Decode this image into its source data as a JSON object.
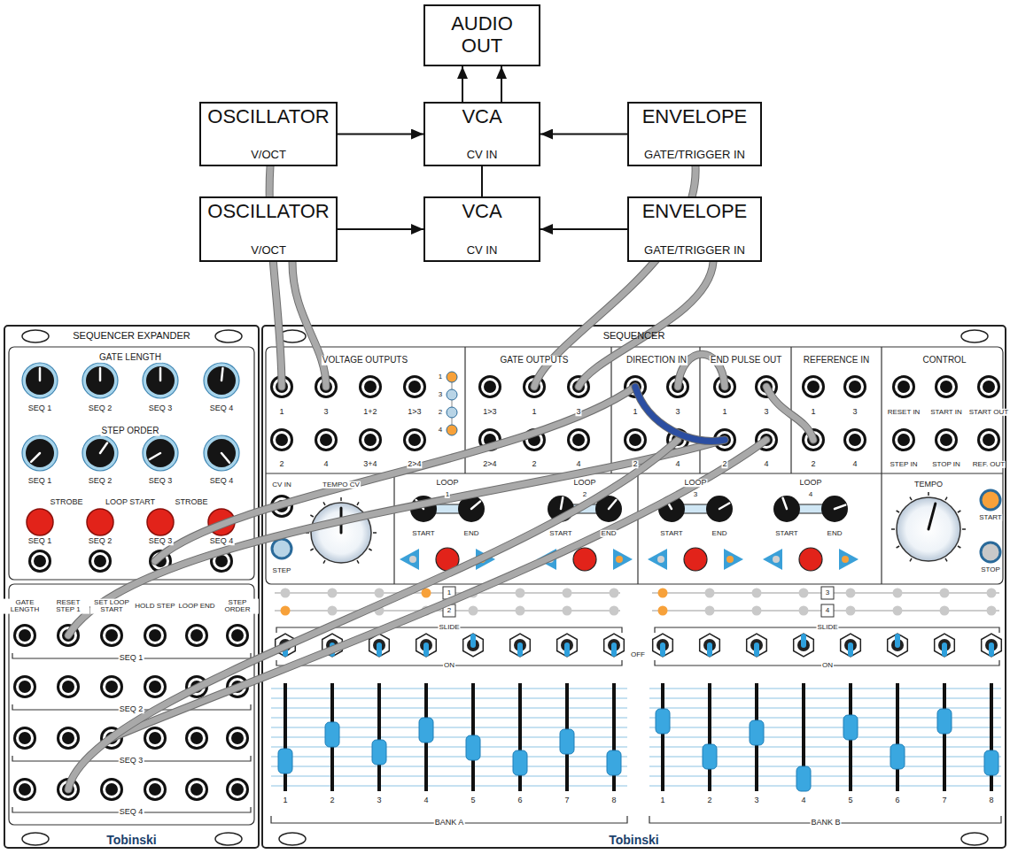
{
  "diagram": {
    "nodes": [
      {
        "text": [
          "AUDIO OUT"
        ]
      },
      {
        "text": [
          "OSCILLATOR",
          "V/OCT"
        ]
      },
      {
        "text": [
          "VCA",
          "CV IN"
        ]
      },
      {
        "text": [
          "ENVELOPE",
          "GATE/TRIGGER IN"
        ]
      },
      {
        "text": [
          "OSCILLATOR",
          "V/OCT"
        ]
      },
      {
        "text": [
          "VCA",
          "CV IN"
        ]
      },
      {
        "text": [
          "ENVELOPE",
          "GATE/TRIGGER IN"
        ]
      },
      {
        "text": [
          "SEQUENCER EXPANDER",
          "Tobinski"
        ]
      },
      {
        "text": [
          "SEQUENCER",
          "Tobinski"
        ]
      }
    ],
    "edges": [
      {
        "from": 1,
        "to": 2,
        "arrow": "to"
      },
      {
        "from": 3,
        "to": 2,
        "arrow": "to"
      },
      {
        "from": 2,
        "to": 0,
        "arrow": "to"
      },
      {
        "from": 2,
        "to": 0,
        "arrow": "to"
      },
      {
        "from": 4,
        "to": 5,
        "arrow": "to"
      },
      {
        "from": 6,
        "to": 5,
        "arrow": "to"
      },
      {
        "from": 5,
        "to": 2,
        "arrow": "none"
      }
    ],
    "labels": [
      "GATE LENGTH",
      "SEQ 1",
      "SEQ 2",
      "SEQ 3",
      "SEQ 4",
      "STEP ORDER",
      "SEQ 1",
      "SEQ 2",
      "SEQ 3",
      "SEQ 4",
      "STROBE",
      "LOOP START",
      "STROBE",
      "SEQ 1",
      "SEQ 2",
      "SEQ 3",
      "SEQ 4",
      "GATE LENGTH",
      "RESET STEP 1",
      "SET LOOP START",
      "HOLD STEP",
      "LOOP END",
      "STEP ORDER",
      "SEQ 1",
      "SEQ 2",
      "SEQ 3",
      "SEQ 4",
      "VOLTAGE OUTPUTS",
      "1",
      "3",
      "1+2",
      "1>3",
      "2",
      "4",
      "3+4",
      "2>4",
      "1",
      "3",
      "2",
      "4",
      "GATE OUTPUTS",
      "1>3",
      "1",
      "3",
      "2>4",
      "2",
      "4",
      "DIRECTION IN",
      "1",
      "3",
      "2",
      "4",
      "END PULSE OUT",
      "1",
      "3",
      "2",
      "4",
      "REFERENCE IN",
      "1",
      "3",
      "2",
      "4",
      "CONTROL",
      "RESET IN",
      "START IN",
      "START OUT",
      "STEP IN",
      "STOP IN",
      "REF. OUT",
      "CV IN",
      "TEMPO CV",
      "STEP",
      "LOOP",
      "1",
      "START",
      "END",
      "LOOP",
      "2",
      "START",
      "END",
      "LOOP",
      "3",
      "START",
      "END",
      "LOOP",
      "4",
      "START",
      "END",
      "TEMPO",
      "START",
      "STOP",
      "1",
      "2",
      "3",
      "4",
      "SLIDE",
      "SLIDE",
      "ON",
      "OFF",
      "ON",
      "1",
      "2",
      "3",
      "4",
      "5",
      "6",
      "7",
      "8",
      "1",
      "2",
      "3",
      "4",
      "5",
      "6",
      "7",
      "8",
      "BANK A",
      "BANK B"
    ]
  }
}
